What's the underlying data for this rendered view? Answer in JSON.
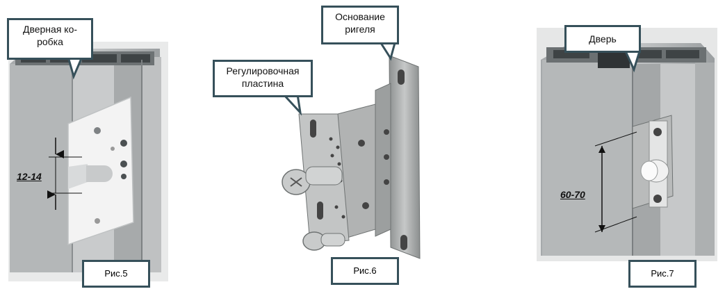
{
  "figures": [
    {
      "caption": "Рис.5",
      "callout_lines": [
        "Дверная ко-",
        "робка"
      ],
      "dimension": "12-14"
    },
    {
      "caption": "Рис.6",
      "callout_left_lines": [
        "Регулировочная",
        "пластина"
      ],
      "callout_right_lines": [
        "Основание",
        "ригеля"
      ]
    },
    {
      "caption": "Рис.7",
      "callout_lines": [
        "Дверь"
      ],
      "dimension": "60-70"
    }
  ],
  "colors": {
    "callout_border": "#36505a",
    "profile": "#b9bcbd",
    "profile_dark": "#8a8e90",
    "plate": "#f2f2f2",
    "metal": "#a9abab"
  }
}
